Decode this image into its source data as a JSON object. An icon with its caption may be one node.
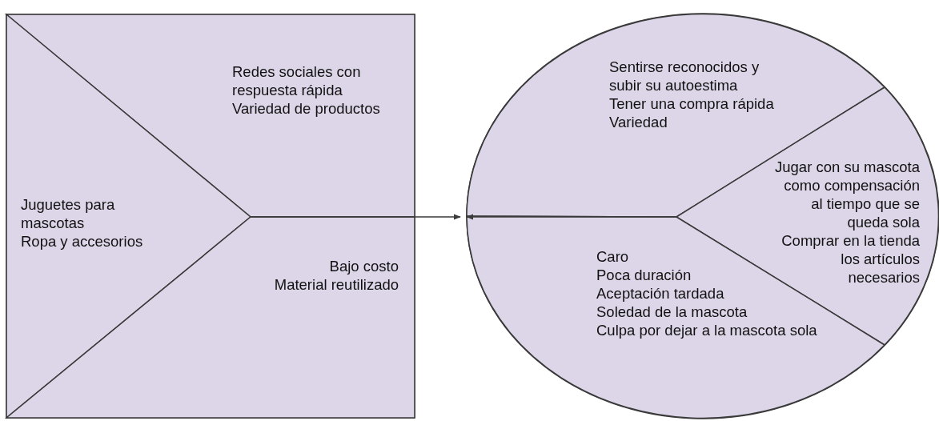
{
  "diagram": {
    "nodes": [
      {
        "text": [],
        "shape": "box"
      },
      {
        "text": [
          "Redes sociales con respuesta rápida",
          "Variedad de productos"
        ],
        "in": 0
      },
      {
        "text": [
          "Juguetes para mascotas",
          "Ropa y accesorios"
        ],
        "in": 0
      },
      {
        "text": [
          "Bajo costo",
          "Material reutilizado"
        ],
        "in": 0
      },
      {
        "text": [],
        "shape": "circle"
      },
      {
        "text": [
          "Sentirse reconocidos y subir su autoestima",
          "Tener una compra rápida",
          "Variedad"
        ],
        "in": 4
      },
      {
        "text": [
          "Jugar con su mascota como compensación al tiempo que se queda sola",
          "Comprar en la tienda los artículos necesarios"
        ],
        "in": 4
      },
      {
        "text": [
          "Caro",
          "Poca duración",
          "Aceptación tardada",
          "Soledad de la mascota",
          "Culpa por dejar a la mascota sola"
        ],
        "in": 4
      }
    ],
    "edges": [
      {
        "from": 1,
        "to": 4,
        "arrow": "to"
      },
      {
        "from": 6,
        "to": 4,
        "arrow": "to"
      }
    ]
  }
}
